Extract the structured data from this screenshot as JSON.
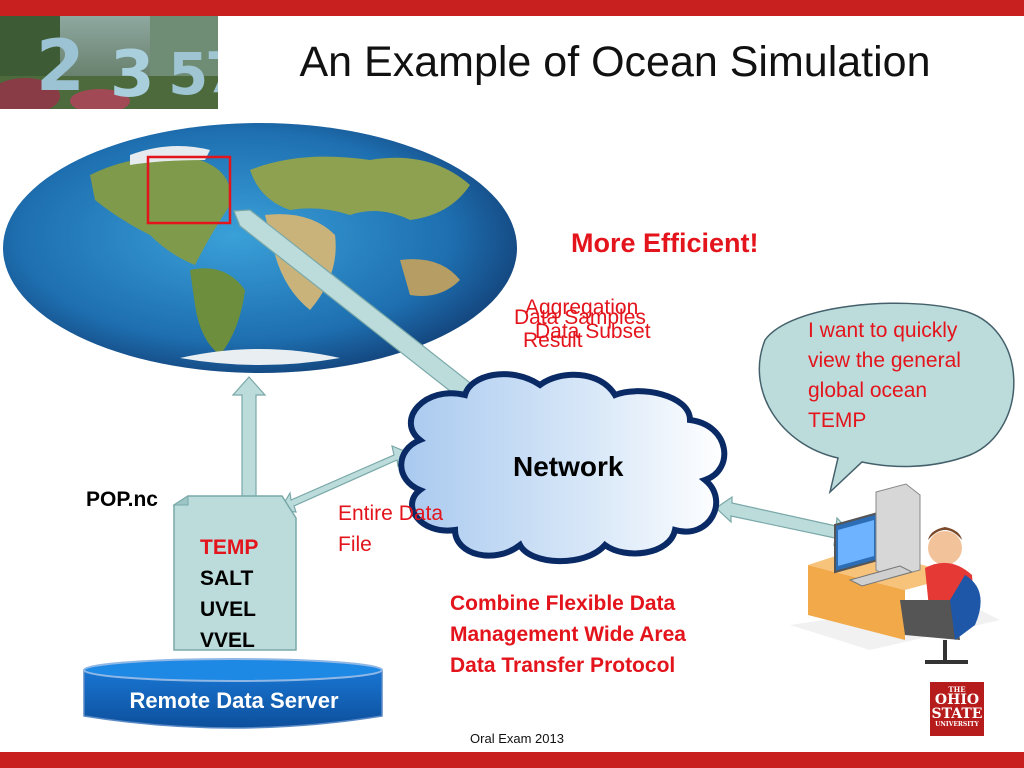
{
  "slide": {
    "title": "An Example of Ocean Simulation",
    "footer": "Oral Exam 2013",
    "logo": {
      "line1": "THE",
      "line2": "OHIO",
      "line3": "STATE",
      "line4": "UNIVERSITY"
    },
    "photo_numbers": [
      "2",
      "3",
      "5",
      "7"
    ],
    "colors": {
      "accent_bar": "#c8201e",
      "highlight_text": "#e3141b",
      "server_blue": "#1565c0",
      "cloud_blue": "#b7d4f3",
      "arrow_fill": "#bcdcdc"
    }
  },
  "annotations": {
    "more_efficient": "More Efficient!",
    "overlapping_labels": [
      "Aggregation",
      "Data Samples",
      "Data Subset",
      "Result"
    ],
    "speech_bubble": "I want to quickly view the general global ocean TEMP",
    "entire_data_file": "Entire Data File",
    "protocol": [
      "Combine Flexible Data",
      "Management Wide Area",
      "Data Transfer Protocol"
    ]
  },
  "network": {
    "label": "Network"
  },
  "file": {
    "name": "POP.nc",
    "variables": [
      {
        "name": "TEMP",
        "highlight": true
      },
      {
        "name": "SALT",
        "highlight": false
      },
      {
        "name": "UVEL",
        "highlight": false
      },
      {
        "name": "VVEL",
        "highlight": false
      }
    ]
  },
  "server": {
    "label": "Remote Data Server"
  }
}
